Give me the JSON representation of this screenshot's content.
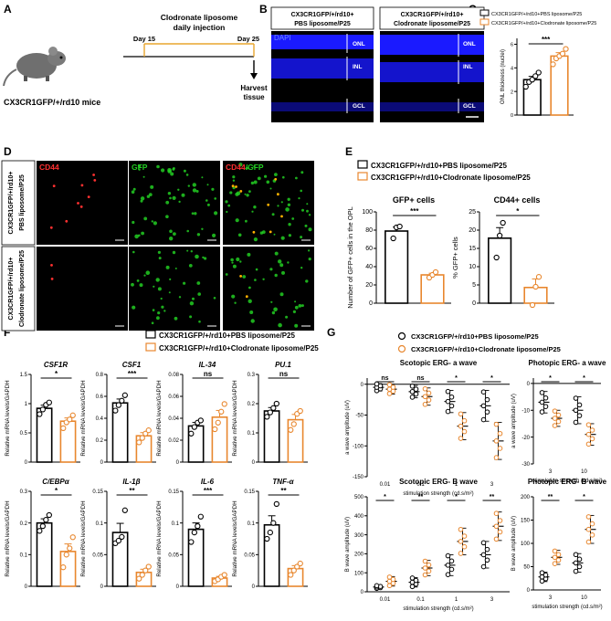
{
  "panels": {
    "A": "A",
    "B": "B",
    "C": "C",
    "D": "D",
    "E": "E",
    "F": "F",
    "G": "G"
  },
  "colors": {
    "pbs": "#000000",
    "clo": "#e8872e",
    "dapi": "#1a1aff",
    "cd44": "#ff3030",
    "gfp": "#22cc22"
  },
  "group_pbs": "CX3CR1GFP/+/rd10+PBS liposome/P25",
  "group_clo": "CX3CR1GFP/+/rd10+Clodronate liposome/P25",
  "A": {
    "title1": "Clodronate liposome",
    "title2": "daily injection",
    "day15": "Day 15",
    "day25": "Day 25",
    "harvest1": "Harvest",
    "harvest2": "tissue",
    "mice": "CX3CR1GFP/+/rd10 mice"
  },
  "B": {
    "pbs_hdr1": "CX3CR1GFP/+/rd10+",
    "pbs_hdr2": "PBS liposome/P25",
    "clo_hdr1": "CX3CR1GFP/+/rd10+",
    "clo_hdr2": "Clodronate liposome/P25",
    "dapi": "DAPI",
    "layers": [
      "ONL",
      "INL",
      "GCL"
    ]
  },
  "D": {
    "row1a": "CX3CR1GFP/+/rd10+",
    "row1b": "PBS liposome/P25",
    "row2a": "CX3CR1GFP/+/rd10+",
    "row2b": "Clodronate liposome/P25",
    "cd44": "CD44",
    "gfp": "GFP",
    "merge_a": "CD44",
    "merge_b": "/GFP"
  },
  "chart_data": [
    {
      "id": "C",
      "type": "bar",
      "ylabel": "ONL thickness (nuclei)",
      "yticks": [
        0,
        2,
        4,
        6
      ],
      "ylim": [
        0,
        6.5
      ],
      "series": [
        {
          "values": [
            3.0
          ],
          "points": [
            2.4,
            2.8,
            3.0,
            3.3,
            3.6
          ]
        },
        {
          "values": [
            5.0
          ],
          "points": [
            4.3,
            4.8,
            5.0,
            5.2,
            5.6
          ]
        }
      ],
      "sig": "***"
    },
    {
      "id": "E1",
      "type": "bar",
      "title": "GFP+ cells",
      "ylabel": "Number of GFP+ cells in the OPL",
      "yticks": [
        0,
        20,
        40,
        60,
        80,
        100
      ],
      "ylim": [
        0,
        100
      ],
      "series": [
        {
          "values": [
            79
          ],
          "points": [
            71,
            83,
            84
          ]
        },
        {
          "values": [
            31
          ],
          "points": [
            28,
            31,
            34
          ]
        }
      ],
      "sig": "***"
    },
    {
      "id": "E2",
      "type": "bar",
      "title": "CD44+ cells",
      "ylabel": "% GFP+ cells",
      "yticks": [
        0,
        5,
        10,
        15,
        20,
        25
      ],
      "ylim": [
        0,
        25
      ],
      "series": [
        {
          "values": [
            17.8
          ],
          "points": [
            12.5,
            18.5,
            22.0
          ]
        },
        {
          "values": [
            4.3
          ],
          "points": [
            -0.5,
            4.5,
            7.2
          ]
        }
      ],
      "sig": "*"
    },
    {
      "id": "CSF1R",
      "type": "bar",
      "title": "CSF1R",
      "ylabel": "Relative mRNA levels/GAPDH",
      "yticks": [
        0,
        0.5,
        1.0,
        1.5
      ],
      "ylim": [
        0,
        1.5
      ],
      "series": [
        {
          "values": [
            0.92
          ],
          "points": [
            0.82,
            0.9,
            0.98,
            1.02
          ]
        },
        {
          "values": [
            0.7
          ],
          "points": [
            0.58,
            0.68,
            0.73,
            0.8
          ]
        }
      ],
      "sig": "*"
    },
    {
      "id": "CSF1",
      "type": "bar",
      "title": "CSF1",
      "ylabel": "Relative mRNA levels/GAPDH",
      "yticks": [
        0,
        0.2,
        0.4,
        0.6,
        0.8
      ],
      "ylim": [
        0,
        0.8
      ],
      "series": [
        {
          "values": [
            0.54
          ],
          "points": [
            0.47,
            0.52,
            0.56,
            0.61
          ]
        },
        {
          "values": [
            0.24
          ],
          "points": [
            0.18,
            0.22,
            0.26,
            0.29
          ]
        }
      ],
      "sig": "***"
    },
    {
      "id": "IL34",
      "type": "bar",
      "title": "IL-34",
      "ylabel": "Relative mRNA levels/GAPDH",
      "yticks": [
        0,
        0.02,
        0.04,
        0.06,
        0.08
      ],
      "ylim": [
        0,
        0.08
      ],
      "series": [
        {
          "values": [
            0.033
          ],
          "points": [
            0.026,
            0.032,
            0.036,
            0.038
          ]
        },
        {
          "values": [
            0.041
          ],
          "points": [
            0.03,
            0.036,
            0.046,
            0.053
          ]
        }
      ],
      "sig": "ns"
    },
    {
      "id": "PU1",
      "type": "bar",
      "title": "PU.1",
      "ylabel": "Relative mRNA levels/GAPDH",
      "yticks": [
        0,
        0.1,
        0.2,
        0.3
      ],
      "ylim": [
        0,
        0.3
      ],
      "series": [
        {
          "values": [
            0.175
          ],
          "points": [
            0.155,
            0.17,
            0.185,
            0.2
          ]
        },
        {
          "values": [
            0.145
          ],
          "points": [
            0.11,
            0.13,
            0.165,
            0.175
          ]
        }
      ],
      "sig": "ns"
    },
    {
      "id": "CEBPA",
      "type": "bar",
      "title": "C/EBPα",
      "ylabel": "Relative mRNA levels/GAPDH",
      "yticks": [
        0,
        0.1,
        0.2,
        0.3
      ],
      "ylim": [
        0,
        0.3
      ],
      "series": [
        {
          "values": [
            0.2
          ],
          "points": [
            0.175,
            0.19,
            0.21,
            0.225
          ]
        },
        {
          "values": [
            0.11
          ],
          "points": [
            0.06,
            0.1,
            0.12,
            0.155
          ]
        }
      ],
      "sig": "*"
    },
    {
      "id": "IL1B",
      "type": "bar",
      "title": "IL-1β",
      "ylabel": "Relative mRNA levels/GAPDH",
      "yticks": [
        0,
        0.05,
        0.1,
        0.15
      ],
      "ylim": [
        0,
        0.15
      ],
      "series": [
        {
          "values": [
            0.085
          ],
          "points": [
            0.068,
            0.072,
            0.078,
            0.12
          ]
        },
        {
          "values": [
            0.022
          ],
          "points": [
            0.012,
            0.018,
            0.025,
            0.031
          ]
        }
      ],
      "sig": "**"
    },
    {
      "id": "IL6",
      "type": "bar",
      "title": "IL-6",
      "ylabel": "Relative mRNA levels/GAPDH",
      "yticks": [
        0,
        0.05,
        0.1,
        0.15
      ],
      "ylim": [
        0,
        0.15
      ],
      "series": [
        {
          "values": [
            0.09
          ],
          "points": [
            0.07,
            0.085,
            0.095,
            0.11
          ]
        },
        {
          "values": [
            0.013
          ],
          "points": [
            0.008,
            0.011,
            0.015,
            0.018
          ]
        }
      ],
      "sig": "***"
    },
    {
      "id": "TNFA",
      "type": "bar",
      "title": "TNF-α",
      "ylabel": "Relative mRNA levels/GAPDH",
      "yticks": [
        0,
        0.05,
        0.1,
        0.15
      ],
      "ylim": [
        0,
        0.15
      ],
      "series": [
        {
          "values": [
            0.097
          ],
          "points": [
            0.075,
            0.085,
            0.1,
            0.13
          ]
        },
        {
          "values": [
            0.028
          ],
          "points": [
            0.018,
            0.025,
            0.031,
            0.036
          ]
        }
      ],
      "sig": "**"
    },
    {
      "id": "SA",
      "type": "scatter",
      "title": "Scotopic ERG- a wave",
      "ylabel": "a wave amplitude (uV)",
      "xlabel": "stimulation strength (cd.s/m²)",
      "categories": [
        "0.01",
        "0.1",
        "1",
        "3"
      ],
      "yticks": [
        0,
        -50,
        -100,
        -150
      ],
      "ylim": [
        -150,
        10
      ],
      "series": [
        {
          "means": [
            -5,
            -12,
            -28,
            -35
          ],
          "sd": [
            6,
            10,
            18,
            25
          ]
        },
        {
          "means": [
            -8,
            -20,
            -68,
            -92
          ],
          "sd": [
            8,
            14,
            22,
            30
          ]
        }
      ],
      "sigs": [
        "ns",
        "ns",
        "*",
        "*"
      ]
    },
    {
      "id": "PA",
      "type": "scatter",
      "title": "Photopic ERG- a wave",
      "ylabel": "a wave amplitude (uV)",
      "xlabel": "stimulation strength (cd.s/m²)",
      "categories": [
        "3",
        "10"
      ],
      "yticks": [
        0,
        -10,
        -20,
        -30
      ],
      "ylim": [
        -30,
        2
      ],
      "series": [
        {
          "means": [
            -7,
            -10
          ],
          "sd": [
            4,
            5
          ]
        },
        {
          "means": [
            -13,
            -19
          ],
          "sd": [
            3,
            4
          ]
        }
      ],
      "sigs": [
        "*",
        "*"
      ]
    },
    {
      "id": "SB",
      "type": "scatter",
      "title": "Scotopic ERG- B wave",
      "ylabel": "B wave amplitude (uV)",
      "xlabel": "stimulation strength (cd.s/m²)",
      "categories": [
        "0.01",
        "0.1",
        "1",
        "3"
      ],
      "yticks": [
        0,
        100,
        200,
        300,
        400,
        500
      ],
      "ylim": [
        0,
        500
      ],
      "series": [
        {
          "means": [
            25,
            50,
            140,
            195
          ],
          "sd": [
            8,
            25,
            55,
            70
          ]
        },
        {
          "means": [
            55,
            125,
            265,
            345
          ],
          "sd": [
            25,
            40,
            70,
            75
          ]
        }
      ],
      "sigs": [
        "*",
        "**",
        "*",
        "**"
      ]
    },
    {
      "id": "PB",
      "type": "scatter",
      "title": "Photopic ERG- B wave",
      "ylabel": "B wave amplitude (uV)",
      "xlabel": "stimulation strength (cd.s/m²)",
      "categories": [
        "3",
        "10"
      ],
      "yticks": [
        0,
        50,
        100,
        150,
        200
      ],
      "ylim": [
        0,
        200
      ],
      "series": [
        {
          "means": [
            28,
            58
          ],
          "sd": [
            10,
            20
          ]
        },
        {
          "means": [
            70,
            130
          ],
          "sd": [
            15,
            30
          ]
        }
      ],
      "sigs": [
        "**",
        "*"
      ]
    }
  ]
}
